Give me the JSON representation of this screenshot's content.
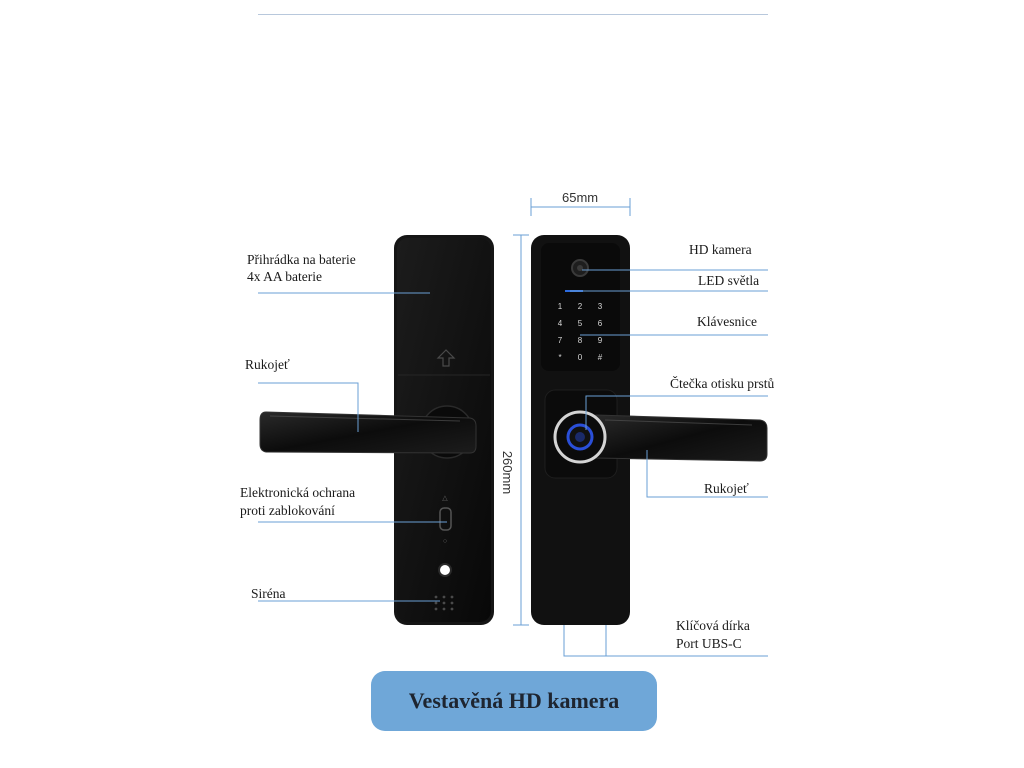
{
  "dimensions": {
    "width": "65mm",
    "height": "260mm"
  },
  "labels": {
    "battery_1": "Přihrádka na baterie",
    "battery_2": "4x AA baterie",
    "handle_left": "Rukojeť",
    "anti_lock_1": "Elektronická ochrana",
    "anti_lock_2": "proti zablokování",
    "siren": "Siréna",
    "hd_camera": "HD kamera",
    "led": "LED světla",
    "keypad": "Klávesnice",
    "fingerprint": "Čtečka otisku prstů",
    "handle_right": "Rukojeť",
    "keyhole": "Klíčová dírka",
    "usb": "Port UBS-C"
  },
  "keypad_keys": [
    "1",
    "2",
    "3",
    "4",
    "5",
    "6",
    "7",
    "8",
    "9",
    "*",
    "0",
    "#"
  ],
  "caption": "Vestavěná HD kamera",
  "colors": {
    "lock_body": "#141414",
    "leader_line": "#6a9fd4",
    "caption_bg": "#6fa7d8",
    "fingerprint_ring": "#2a4fd8"
  }
}
